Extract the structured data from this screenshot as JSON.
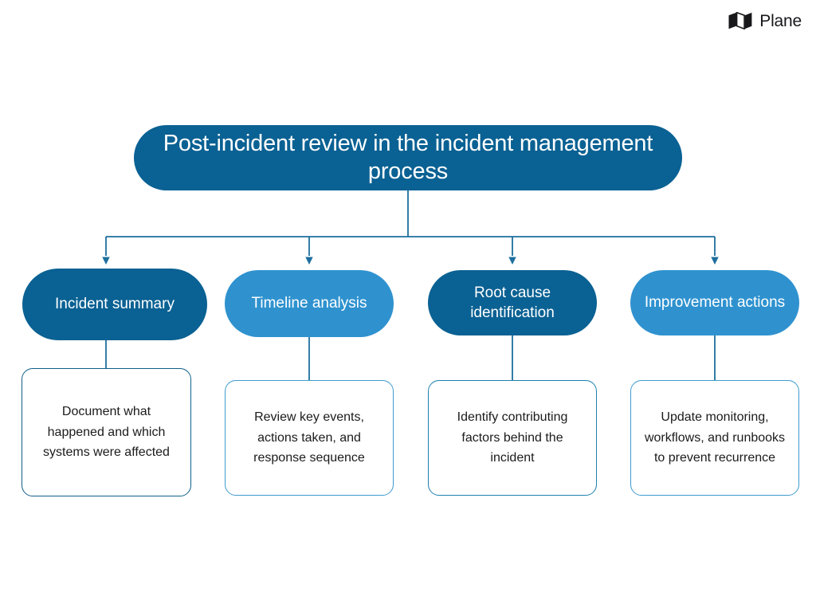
{
  "brand": {
    "name": "Plane",
    "logo_icon": "plane-logo-icon"
  },
  "diagram": {
    "type": "hierarchy-flowchart",
    "title": "Post-incident review in the incident management process",
    "colors": {
      "dark_blue": "#0a6193",
      "light_blue": "#2f92cf",
      "connector": "#1d6f9e",
      "card_border_dark": "#0f5f8c",
      "card_border_light": "#3f9bd0",
      "text_on_fill": "#ffffff",
      "body_text": "#1b1b1b",
      "background": "#ffffff"
    },
    "nodes": [
      {
        "label": "Incident summary",
        "description": "Document what happened and which systems were affected",
        "fill": "#0a6193",
        "border": "#0f5f8c"
      },
      {
        "label": "Timeline analysis",
        "description": "Review key events, actions taken, and response sequence",
        "fill": "#2f92cf",
        "border": "#3f9bd0"
      },
      {
        "label": "Root cause identification",
        "description": "Identify contributing factors behind the incident",
        "fill": "#0a6193",
        "border": "#1d7fb0"
      },
      {
        "label": "Improvement actions",
        "description": "Update monitoring, workflows, and runbooks to prevent recurrence",
        "fill": "#2f92cf",
        "border": "#3f9bd0"
      }
    ]
  }
}
